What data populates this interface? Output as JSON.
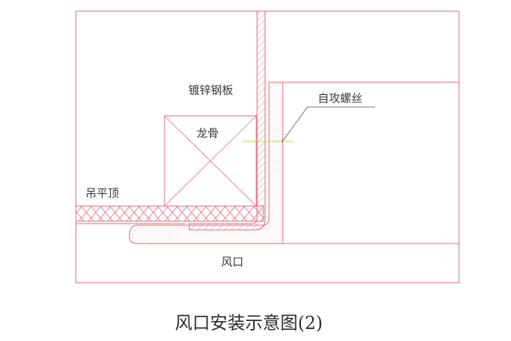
{
  "labels": {
    "galvanized_sheet": "镀锌钢板",
    "self_tapping_screw": "自攻螺丝",
    "keel": "龙骨",
    "suspended_ceiling": "吊平顶",
    "air_outlet": "风口"
  },
  "caption": "风口安装示意图(2)",
  "colors": {
    "outline": "#e3707e",
    "hatch": "#e3707e",
    "leader": "#555555",
    "screw_line": "#d8d800",
    "stipple": "#c9b7b7"
  }
}
